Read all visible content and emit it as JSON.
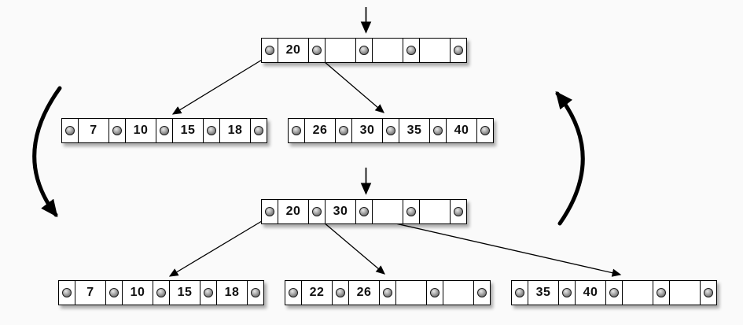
{
  "diagram": {
    "kind": "btree-insert-split",
    "tree_before": {
      "root": {
        "keys": [
          "20",
          "",
          "",
          ""
        ]
      },
      "leaves": {
        "left": {
          "keys": [
            "7",
            "10",
            "15",
            "18"
          ]
        },
        "right": {
          "keys": [
            "26",
            "30",
            "35",
            "40"
          ]
        }
      }
    },
    "tree_after": {
      "root": {
        "keys": [
          "20",
          "30",
          "",
          ""
        ]
      },
      "leaves": {
        "left": {
          "keys": [
            "7",
            "10",
            "15",
            "18"
          ]
        },
        "middle": {
          "keys": [
            "22",
            "26",
            "",
            ""
          ]
        },
        "right": {
          "keys": [
            "35",
            "40",
            "",
            ""
          ]
        }
      }
    },
    "icons": {
      "pointer_dot": "pointer-dot-icon",
      "insert_cursor": "down-arrow-icon",
      "cycle_left": "curved-arrow-down-icon",
      "cycle_right": "curved-arrow-up-icon"
    },
    "colors": {
      "background": "#fafafa",
      "node_fill": "#ffffff",
      "node_border": "#000000",
      "pointer_dot_fill": "#9a9a9a",
      "arrow": "#000000",
      "key_text": "#111111"
    }
  }
}
